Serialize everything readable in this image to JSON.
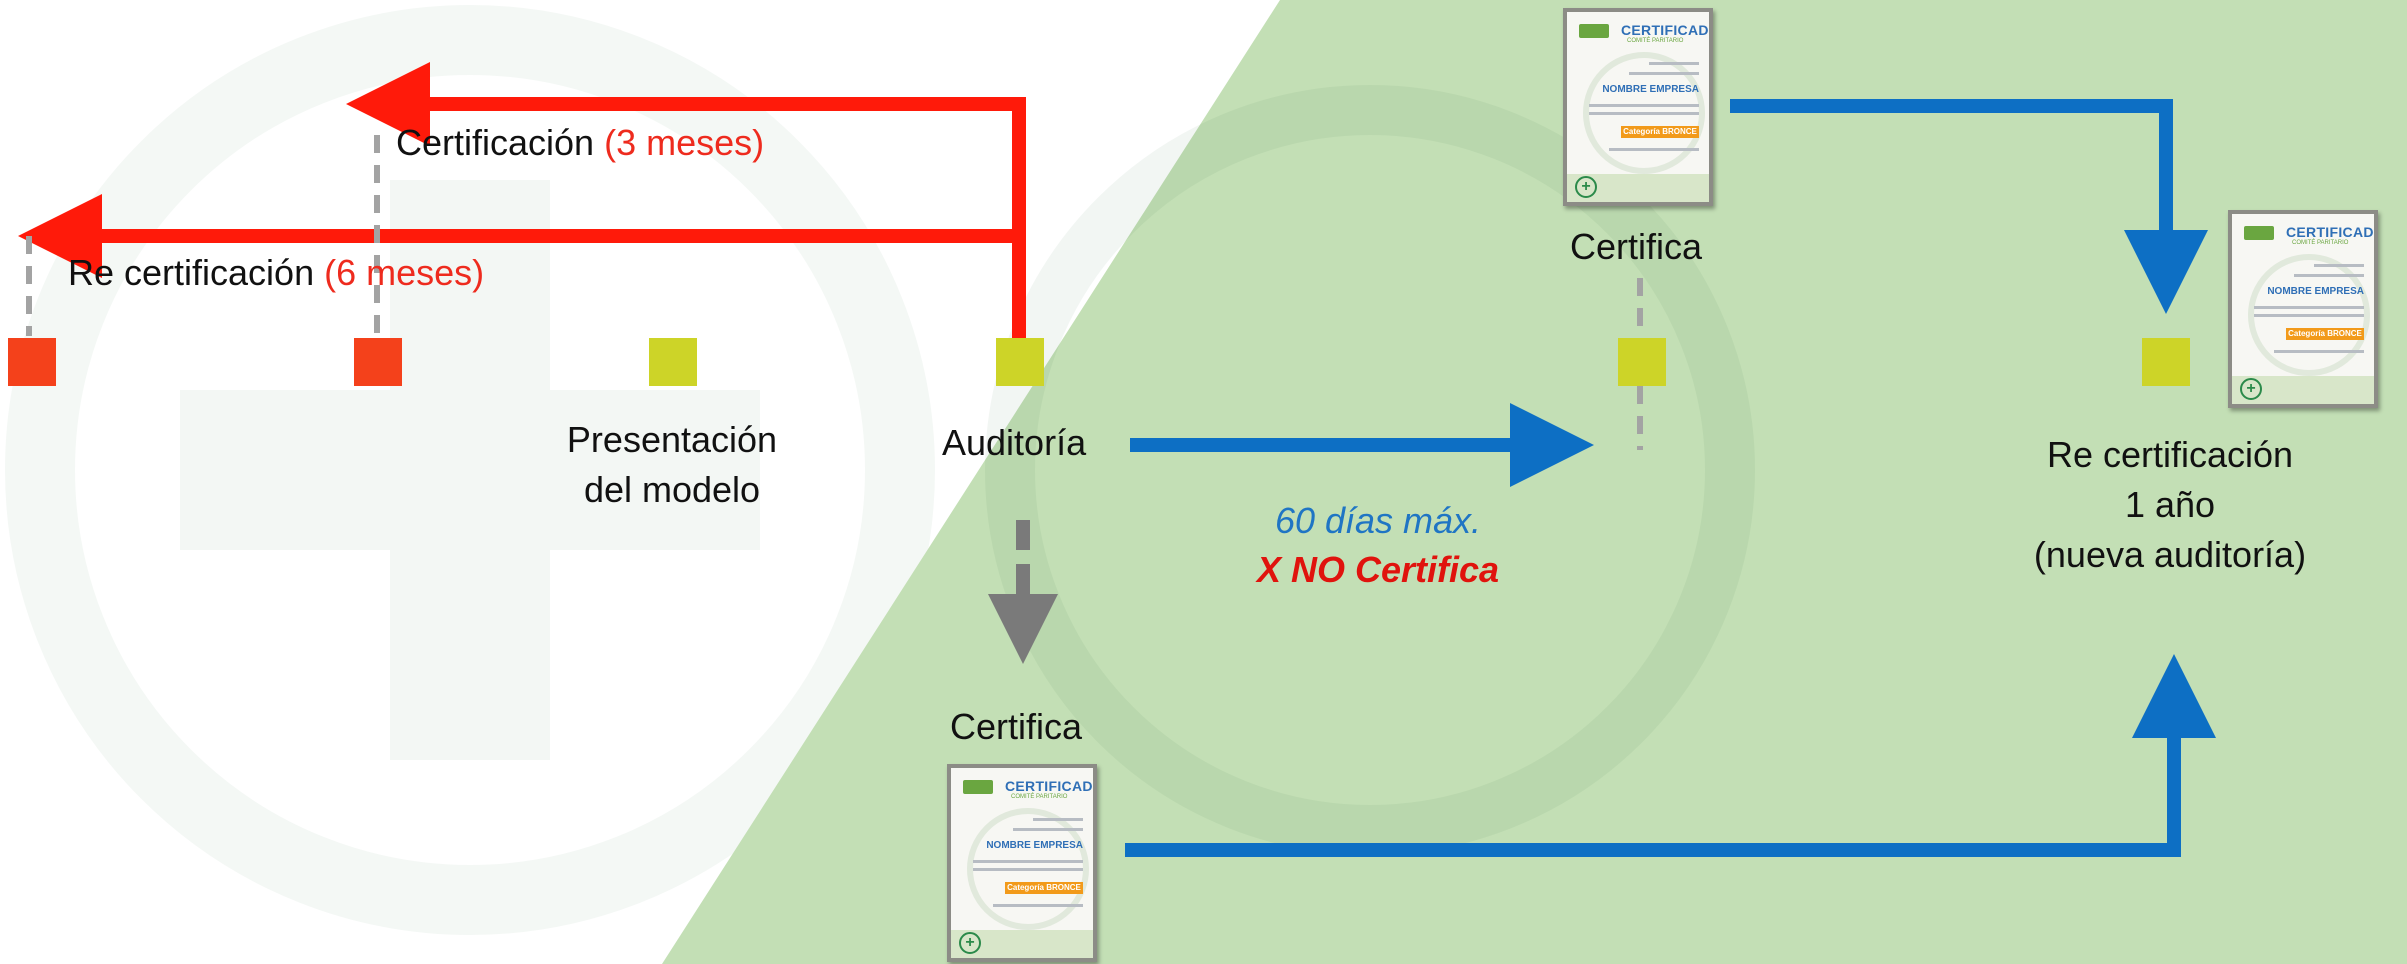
{
  "colors": {
    "red_flow": "#ff1a0a",
    "blue_flow": "#0d6fc4",
    "gray_flow": "#7a7a7a",
    "red_node": "#f4411b",
    "yellowgreen_node": "#cdd428",
    "green_panel": "#c3dfb5"
  },
  "labels": {
    "certificacion_main": "Certificación ",
    "certificacion_paren": "(3 meses)",
    "recert_main": "Re certificación ",
    "recert_paren": "(6 meses)",
    "presentacion_line1": "Presentación",
    "presentacion_line2": "del modelo",
    "auditoria": "Auditoría",
    "certifica_top": "Certifica",
    "certifica_bottom": "Certifica",
    "dias_max": "60 días máx.",
    "no_certifica": "X NO Certifica",
    "recert_final_line1": "Re certificación",
    "recert_final_line2": "1 año",
    "recert_final_line3": "(nueva auditoría)"
  },
  "certificate": {
    "header": "CERTIFICADO",
    "subheader": "COMITÉ PARITARIO",
    "company": "NOMBRE EMPRESA",
    "badge": "Categoría BRONCE",
    "logo": "sealed-certificate-logo",
    "footer_icon": "plus-cross-icon"
  }
}
